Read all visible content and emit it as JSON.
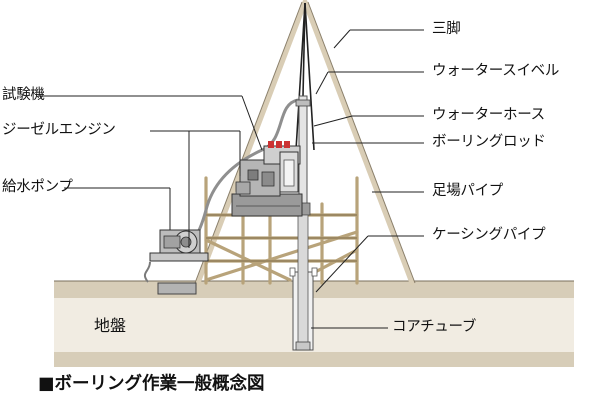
{
  "labels": {
    "tripod": "三脚",
    "water_swivel": "ウォータースイベル",
    "water_hose": "ウォーターホース",
    "boring_rod": "ボーリングロッド",
    "scaffold_pipe": "足場パイプ",
    "casing_pipe": "ケーシングパイプ",
    "core_tube": "コアチューブ",
    "test_machine": "試験機",
    "diesel_engine": "ジーゼルエンジン",
    "water_pump": "給水ポンプ",
    "ground": "地盤"
  },
  "caption": "■ボーリング作業一般概念図",
  "colors": {
    "ground_fill": "#f1ece2",
    "ground_band": "#d7cdb8",
    "line": "#4a4a4a",
    "machine": "#8a8a8a",
    "accent_red": "#cc3333"
  }
}
